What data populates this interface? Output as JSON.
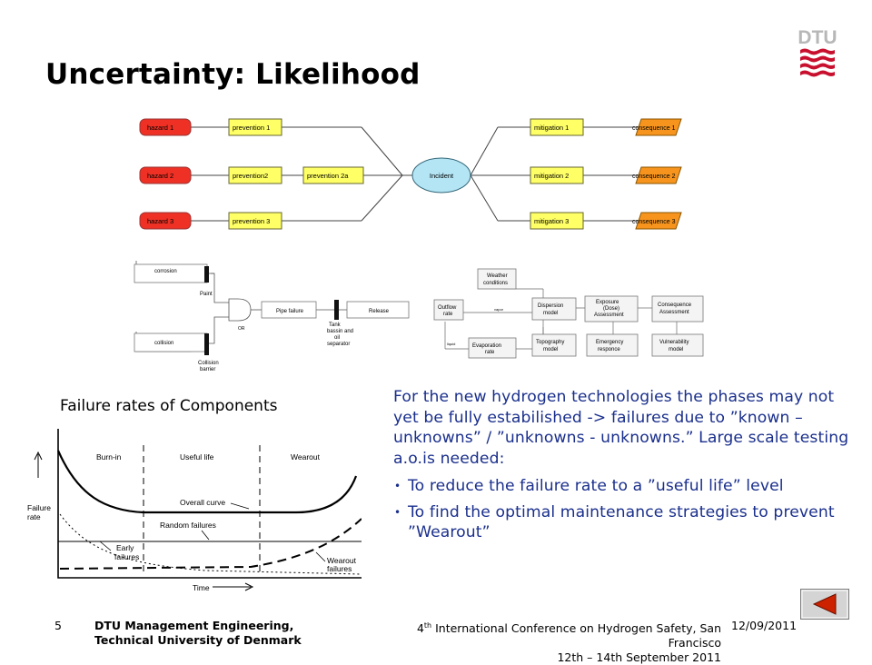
{
  "title": "Uncertainty: Likelihood",
  "logo": {
    "text": "DTU",
    "icon": "dtu-logo-icon",
    "color": "#c8102e"
  },
  "bowtie": {
    "hazards": [
      "hazard 1",
      "hazard 2",
      "hazard 3"
    ],
    "prevention_row1": "prevention 1",
    "prevention_row2": [
      "prevention2",
      "prevention 2a"
    ],
    "prevention_row3": "prevention 3",
    "incident": "Incident",
    "mitigations": [
      "mitigation 1",
      "mitigation 2",
      "mitigation 3"
    ],
    "consequences": [
      "consequence 1",
      "consequence 2",
      "consequence 3"
    ],
    "colors": {
      "hazard": "#ee3124",
      "prevention": "#ffff66",
      "incident": "#b3e5f5",
      "consequence": "#f7941d"
    }
  },
  "fault_tree": {
    "corrosion": "corrosion",
    "paint": "Paint",
    "collision": "collision",
    "collision_barrier": [
      "Collision",
      "barrier"
    ],
    "or_gate": "OR",
    "pipe_failure": "Pipe failure",
    "tank": [
      "Tank",
      "bassin and",
      "oil",
      "separator"
    ],
    "release": "Release"
  },
  "flow": {
    "weather": [
      "Weather",
      "conditions"
    ],
    "outflow": [
      "Outflow",
      "rate"
    ],
    "vapor": "vapor",
    "liquid": "liquid",
    "evaporation": [
      "Evaporation",
      "rate"
    ],
    "dispersion": [
      "Dispersion",
      "model"
    ],
    "topography": [
      "Topography",
      "model"
    ],
    "exposure": [
      "Exposure",
      "(Dose)",
      "Assessment"
    ],
    "emergency": [
      "Emergency",
      "responce"
    ],
    "consequence": [
      "Consequence",
      "Assessment"
    ],
    "vulnerability": [
      "Vulnerability",
      "model"
    ]
  },
  "failure_rates_title": "Failure rates of Components",
  "bathtub": {
    "phases": [
      "Burn-in",
      "Useful life",
      "Wearout"
    ],
    "y_label": [
      "Failure",
      "rate"
    ],
    "x_label": "Time",
    "curves": [
      "Overall curve",
      "Random failures"
    ],
    "early_failures": [
      "Early",
      "failures"
    ],
    "wearout_failures": [
      "Wearout",
      "failures"
    ]
  },
  "text": {
    "paragraph": "For the new hydrogen technologies the phases may not yet be fully estabilished -> failures due to ”known – unknowns” / ”unknowns - unknowns.” Large scale testing a.o.is needed:",
    "bullet_symbol": "•",
    "bullets": [
      "To reduce the failure rate to a ”useful life” level",
      "To find the optimal maintenance strategies to prevent ”Wearout”"
    ]
  },
  "footer": {
    "page_number": "5",
    "org_line1": "DTU Management Engineering,",
    "org_line2": "Technical University of Denmark",
    "conf_ordinal": "4",
    "conf_sup": "th",
    "conf_line1_rest": " International Conference on Hydrogen Safety, San Francisco",
    "conf_line2": "12th – 14th September 2011",
    "date": "12/09/2011"
  },
  "nav": {
    "icon": "triangle-left-icon",
    "color": "#cc2200"
  }
}
